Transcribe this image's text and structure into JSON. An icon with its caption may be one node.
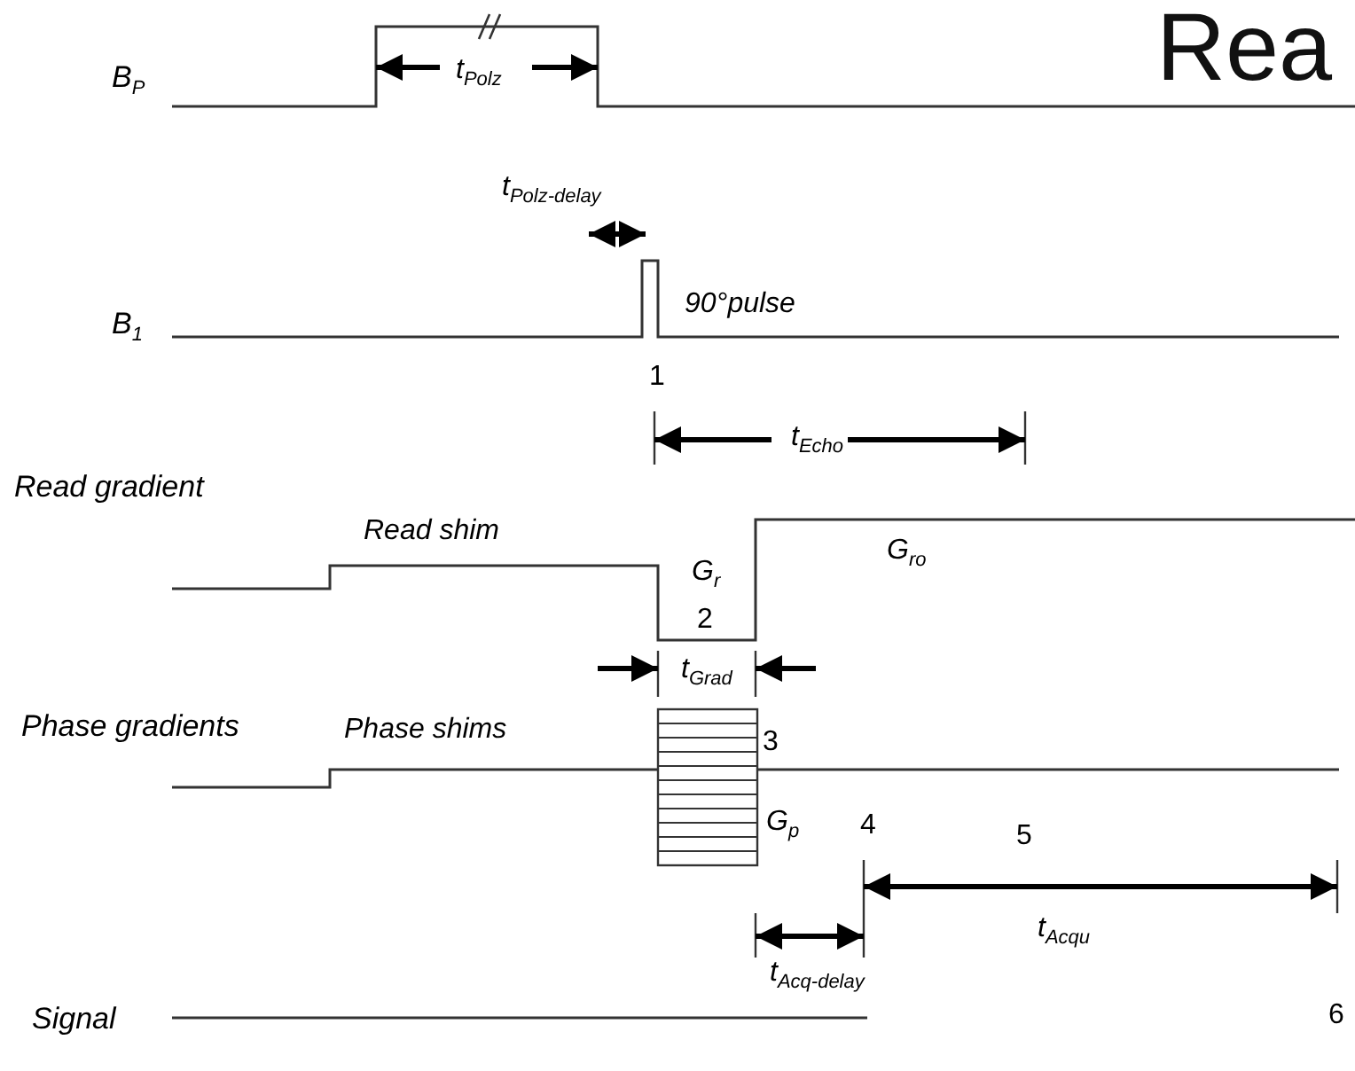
{
  "diagram": {
    "title": "Rea",
    "labels": [
      "B$_{P}$",
      "t$_{Polz}$",
      "t$_{Polz-delay}$",
      "B$_{1}$",
      "90°pulse",
      "1",
      "t$_{Echo}$",
      "Read gradient",
      "Read shim",
      "G$_{ro}$",
      "G$_{r}$",
      "2",
      "t$_{Grad}$",
      "Phase gradients",
      "Phase shims",
      "3",
      "G$_{p}$",
      "4",
      "5",
      "t$_{Acqu}$",
      "t$_{Acq-delay}$",
      "6",
      "Signal"
    ]
  }
}
